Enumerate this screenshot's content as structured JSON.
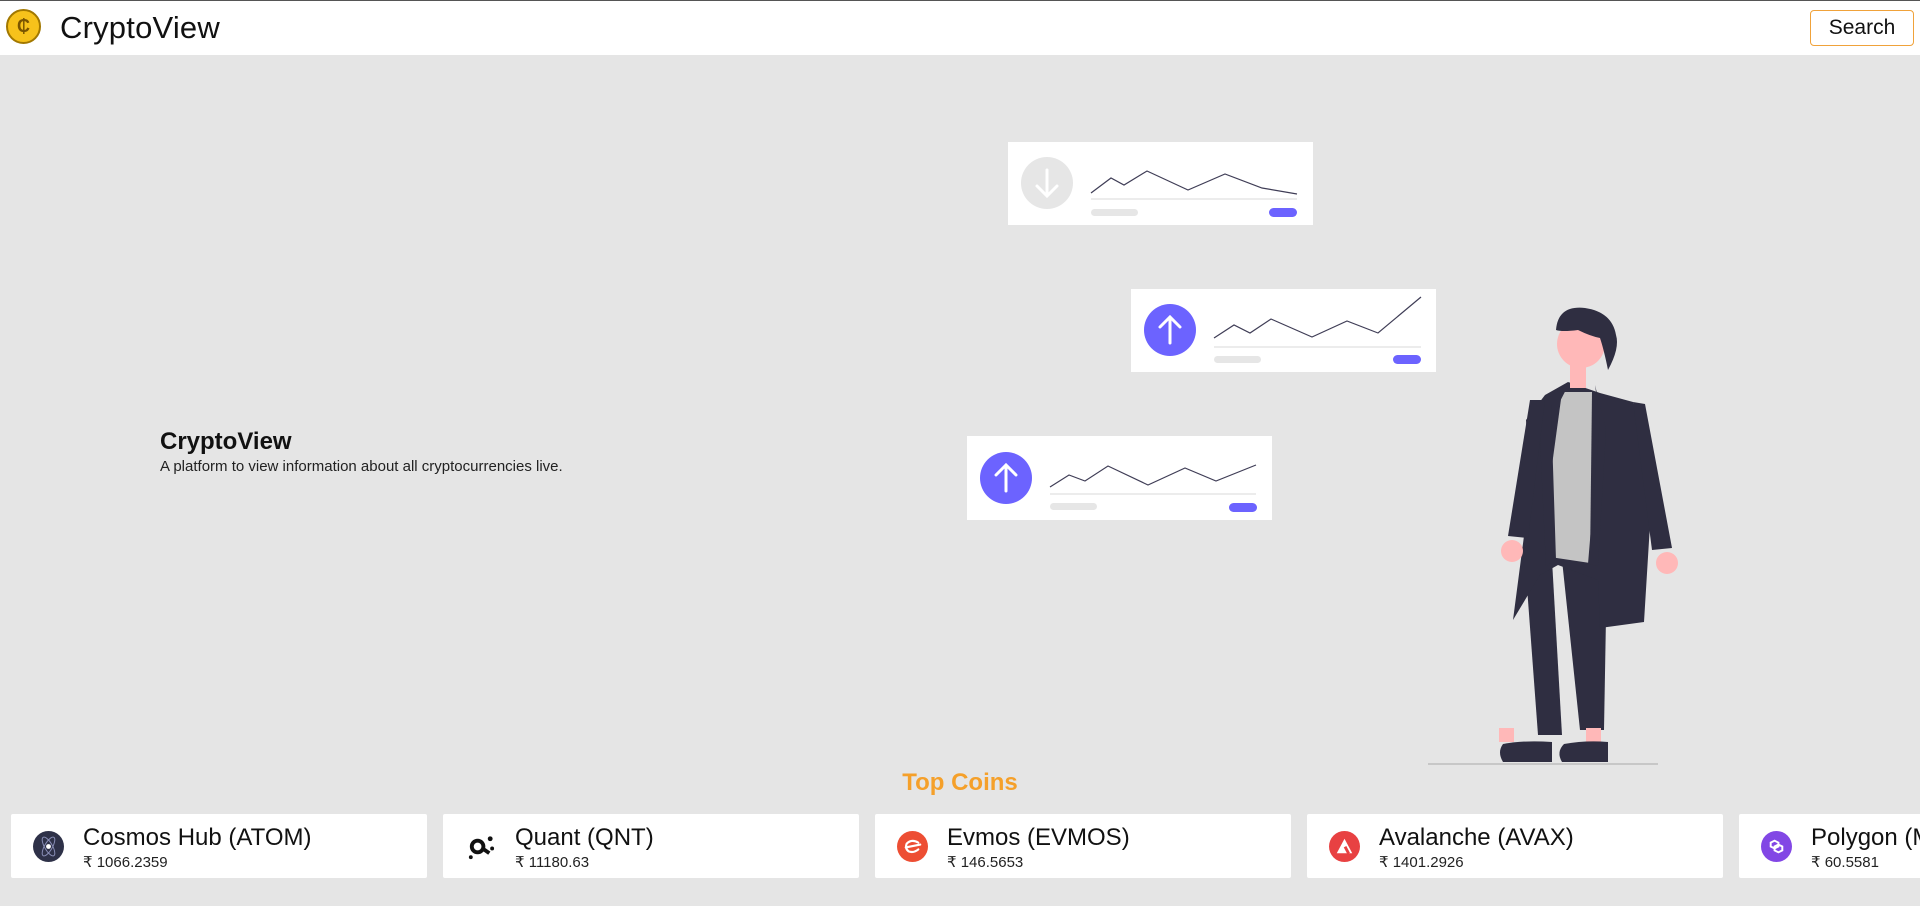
{
  "navbar": {
    "logo_glyph": "₵",
    "brand": "CryptoView",
    "search_label": "Search"
  },
  "hero": {
    "title": "CryptoView",
    "subtitle": "A platform to view information about all cryptocurrencies live."
  },
  "top_coins": {
    "title": "Top Coins",
    "coins": [
      {
        "name": "Cosmos Hub (ATOM)",
        "price": "₹ 1066.2359",
        "icon": "cosmos-icon",
        "color": "#2e3148"
      },
      {
        "name": "Quant (QNT)",
        "price": "₹ 11180.63",
        "icon": "quant-icon",
        "color": "#111111"
      },
      {
        "name": "Evmos (EVMOS)",
        "price": "₹ 146.5653",
        "icon": "evmos-icon",
        "color": "#ed4e33"
      },
      {
        "name": "Avalanche (AVAX)",
        "price": "₹ 1401.2926",
        "icon": "avalanche-icon",
        "color": "#e84142"
      },
      {
        "name": "Polygon (M",
        "price": "₹ 60.5581",
        "icon": "polygon-icon",
        "color": "#8247e5"
      }
    ]
  },
  "colors": {
    "accent": "#f5a02a",
    "illustration_primary": "#6c63ff",
    "background": "#e5e5e5"
  }
}
